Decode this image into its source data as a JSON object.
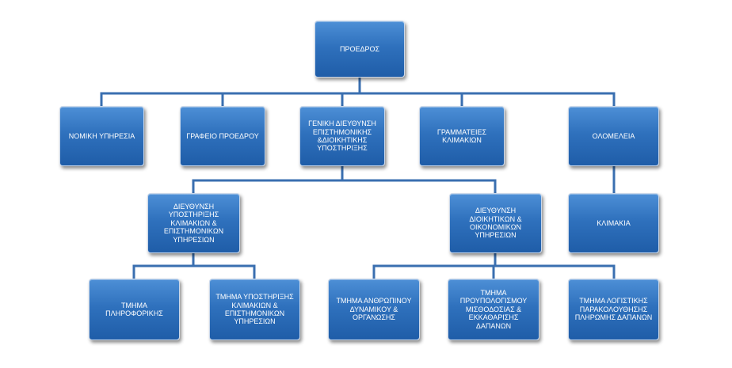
{
  "org_chart": {
    "president": "ΠΡΟΕΔΡΟΣ",
    "level1": {
      "legal": "ΝΟΜΙΚΗ ΥΠΗΡΕΣΙΑ",
      "office": "ΓΡΑΦΕΙΟ ΠΡΟΕΔΡΟΥ",
      "general_directorate": "ΓΕΝΙΚΗ ΔΙΕΥΘΥΝΣΗ ΕΠΙΣΤΗΜΟΝΙΚΗΣ &ΔΙΟΙΚΗΤΙΚΗΣ ΥΠΟΣΤΗΡΙΞΗΣ",
      "secretariats": "ΓΡΑΜΜΑΤΕΙΕΣ ΚΛΙΜΑΚΙΩΝ",
      "plenary": "ΟΛΟΜΕΛΕΙΑ"
    },
    "level2": {
      "support_directorate": "ΔΙΕΥΘΥΝΣΗ ΥΠΟΣΤΗΡΙΞΗΣ ΚΛΙΜΑΚΙΩΝ & ΕΠΙΣΤΗΜΟΝΙΚΩΝ ΥΠΗΡΕΣΙΩΝ",
      "admin_directorate": "ΔΙΕΥΘΥΝΣΗ ΔΙΟΙΚΗΤΙΚΩΝ & ΟΙΚΟΝΟΜΙΚΩΝ ΥΠΗΡΕΣΙΩΝ",
      "sections": "ΚΛΙΜΑΚΙΑ"
    },
    "level3": {
      "it": "ΤΜΗΜΑ ΠΛΗΡΟΦΟΡΙΚΗΣ",
      "support_section": "ΤΜΗΜΑ ΥΠΟΣΤΗΡΙΞΗΣ ΚΛΙΜΑΚΙΩΝ & ΕΠΙΣΤΗΜΟΝΙΚΩΝ ΥΠΗΡΕΣΙΩΝ",
      "hr": "ΤΜΗΜΑ ΑΝΘΡΩΠΙΝΟΥ ΔΥΝΑΜΙΚΟΥ & ΟΡΓΑΝΩΣΗΣ",
      "budget": "ΤΜΗΜΑ ΠΡΟΥΠΟΛΟΓΙΣΜΟΥ ΜΙΣΘΟΔΟΣΙΑΣ & ΕΚΚΑΘΑΡΙΣΗΣ ΔΑΠΑΝΩΝ",
      "accounting": "ΤΜΗΜΑ ΛΟΓΙΣΤΙΚΗΣ ΠΑΡΑΚΟΛΟΥΘΗΣΗΣ ΠΛΗΡΩΜΗΣ ΔΑΠΑΝΩΝ"
    }
  },
  "colors": {
    "box_fill": "#2f71bd",
    "connector": "#3a6fb0",
    "text": "#ffffff"
  }
}
